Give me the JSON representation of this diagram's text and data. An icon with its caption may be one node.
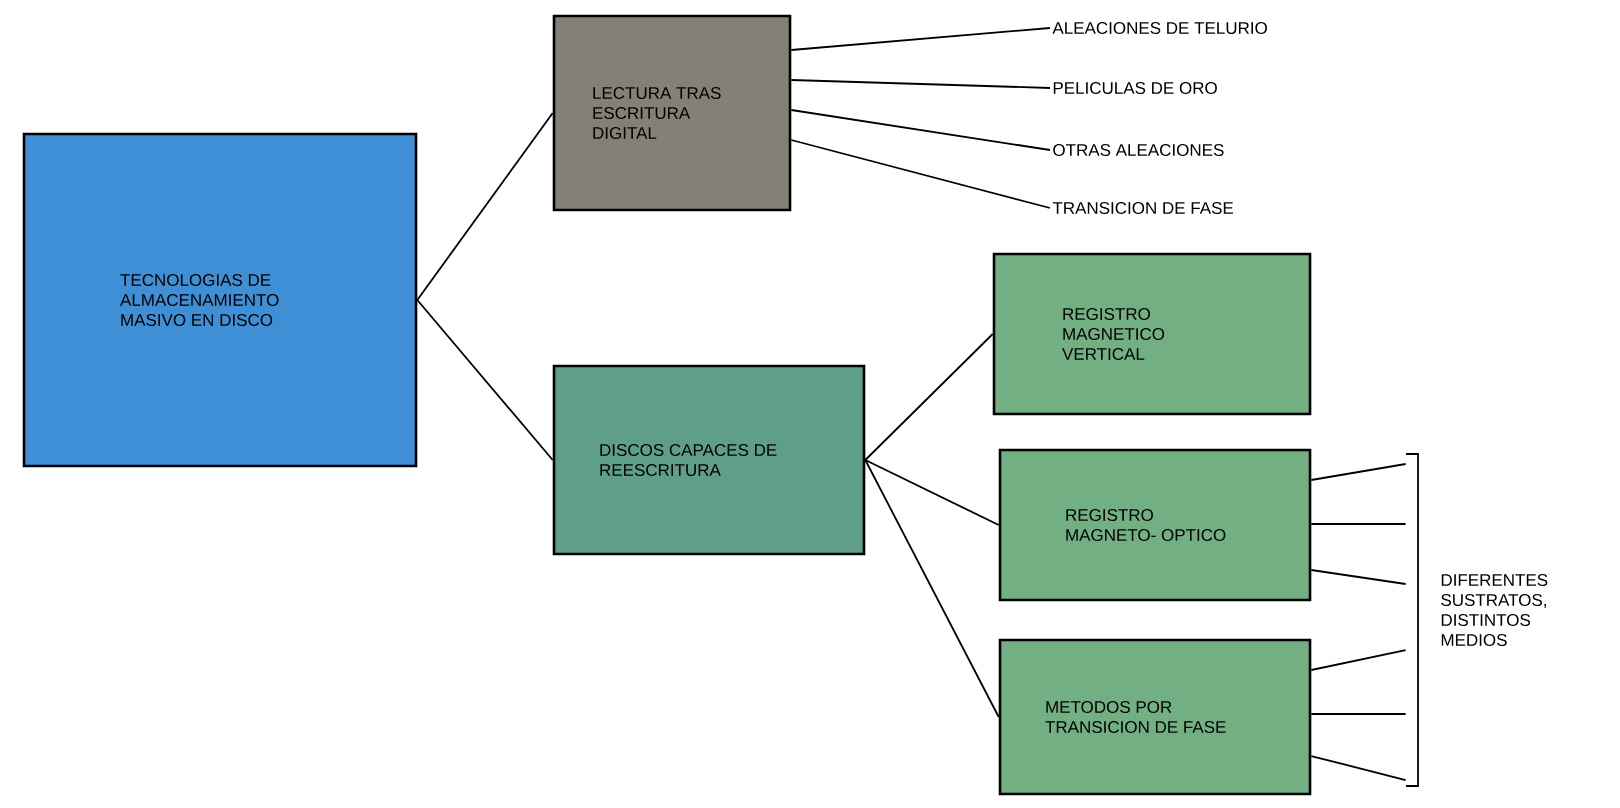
{
  "diagram": {
    "nodes": [
      {
        "text": [
          "TECNOLOGIAS DE ALMACENAMIENTO MASIVO EN DISCO"
        ]
      },
      {
        "text": [
          "LECTURA TRAS ESCRITURA DIGITAL"
        ]
      },
      {
        "text": [
          "ALEACIONES DE TELURIO"
        ]
      },
      {
        "text": [
          "PELICULAS DE ORO"
        ]
      },
      {
        "text": [
          "OTRAS ALEACIONES"
        ]
      },
      {
        "text": [
          "TRANSICION DE FASE"
        ]
      },
      {
        "text": [
          "DISCOS CAPACES DE REESCRITURA"
        ]
      },
      {
        "text": [
          "REGISTRO MAGNETICO VERTICAL"
        ]
      },
      {
        "text": [
          "REGISTRO MAGNETO- OPTICO"
        ]
      },
      {
        "text": [
          "METODOS POR TRANSICION DE FASE"
        ]
      },
      {
        "text": [],
        "shape": "bar",
        "beside": [
          "DIFERENTES SUSTRATOS, DISTINTOS MEDIOS"
        ]
      }
    ],
    "edges": [
      {
        "from": 0,
        "to": 1,
        "arrow": "none"
      },
      {
        "from": 0,
        "to": 6,
        "arrow": "none"
      },
      {
        "from": 1,
        "to": 2,
        "arrow": "none"
      },
      {
        "from": 1,
        "to": 3,
        "arrow": "none"
      },
      {
        "from": 1,
        "to": 4,
        "arrow": "none"
      },
      {
        "from": 1,
        "to": 5,
        "arrow": "none"
      },
      {
        "from": 6,
        "to": 7,
        "arrow": "none"
      },
      {
        "from": 6,
        "to": 8,
        "arrow": "none"
      },
      {
        "from": 6,
        "to": 9,
        "arrow": "none"
      },
      {
        "from": 8,
        "to": 10,
        "arrow": "none"
      },
      {
        "from": 8,
        "to": 10,
        "arrow": "none"
      },
      {
        "from": 8,
        "to": 10,
        "arrow": "none"
      },
      {
        "from": 9,
        "to": 10,
        "arrow": "none"
      },
      {
        "from": 9,
        "to": 10,
        "arrow": "none"
      },
      {
        "from": 9,
        "to": 10,
        "arrow": "none"
      }
    ]
  }
}
